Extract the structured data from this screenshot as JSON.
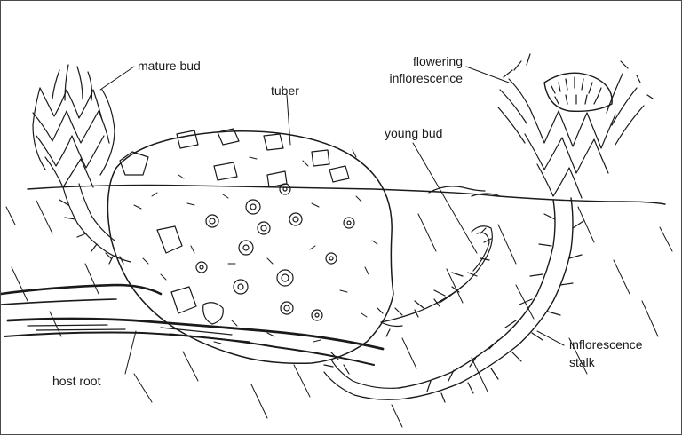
{
  "labels": {
    "mature_bud": "mature bud",
    "tuber": "tuber",
    "flowering_line1": "flowering",
    "flowering_line2": "inflorescence",
    "young_bud": "young bud",
    "stalk_line1": "inflorescence",
    "stalk_line2": "stalk",
    "host_root": "host root"
  },
  "colors": {
    "ink": "#1a1a1a",
    "frame": "#4a4a4a",
    "background": "#ffffff"
  }
}
